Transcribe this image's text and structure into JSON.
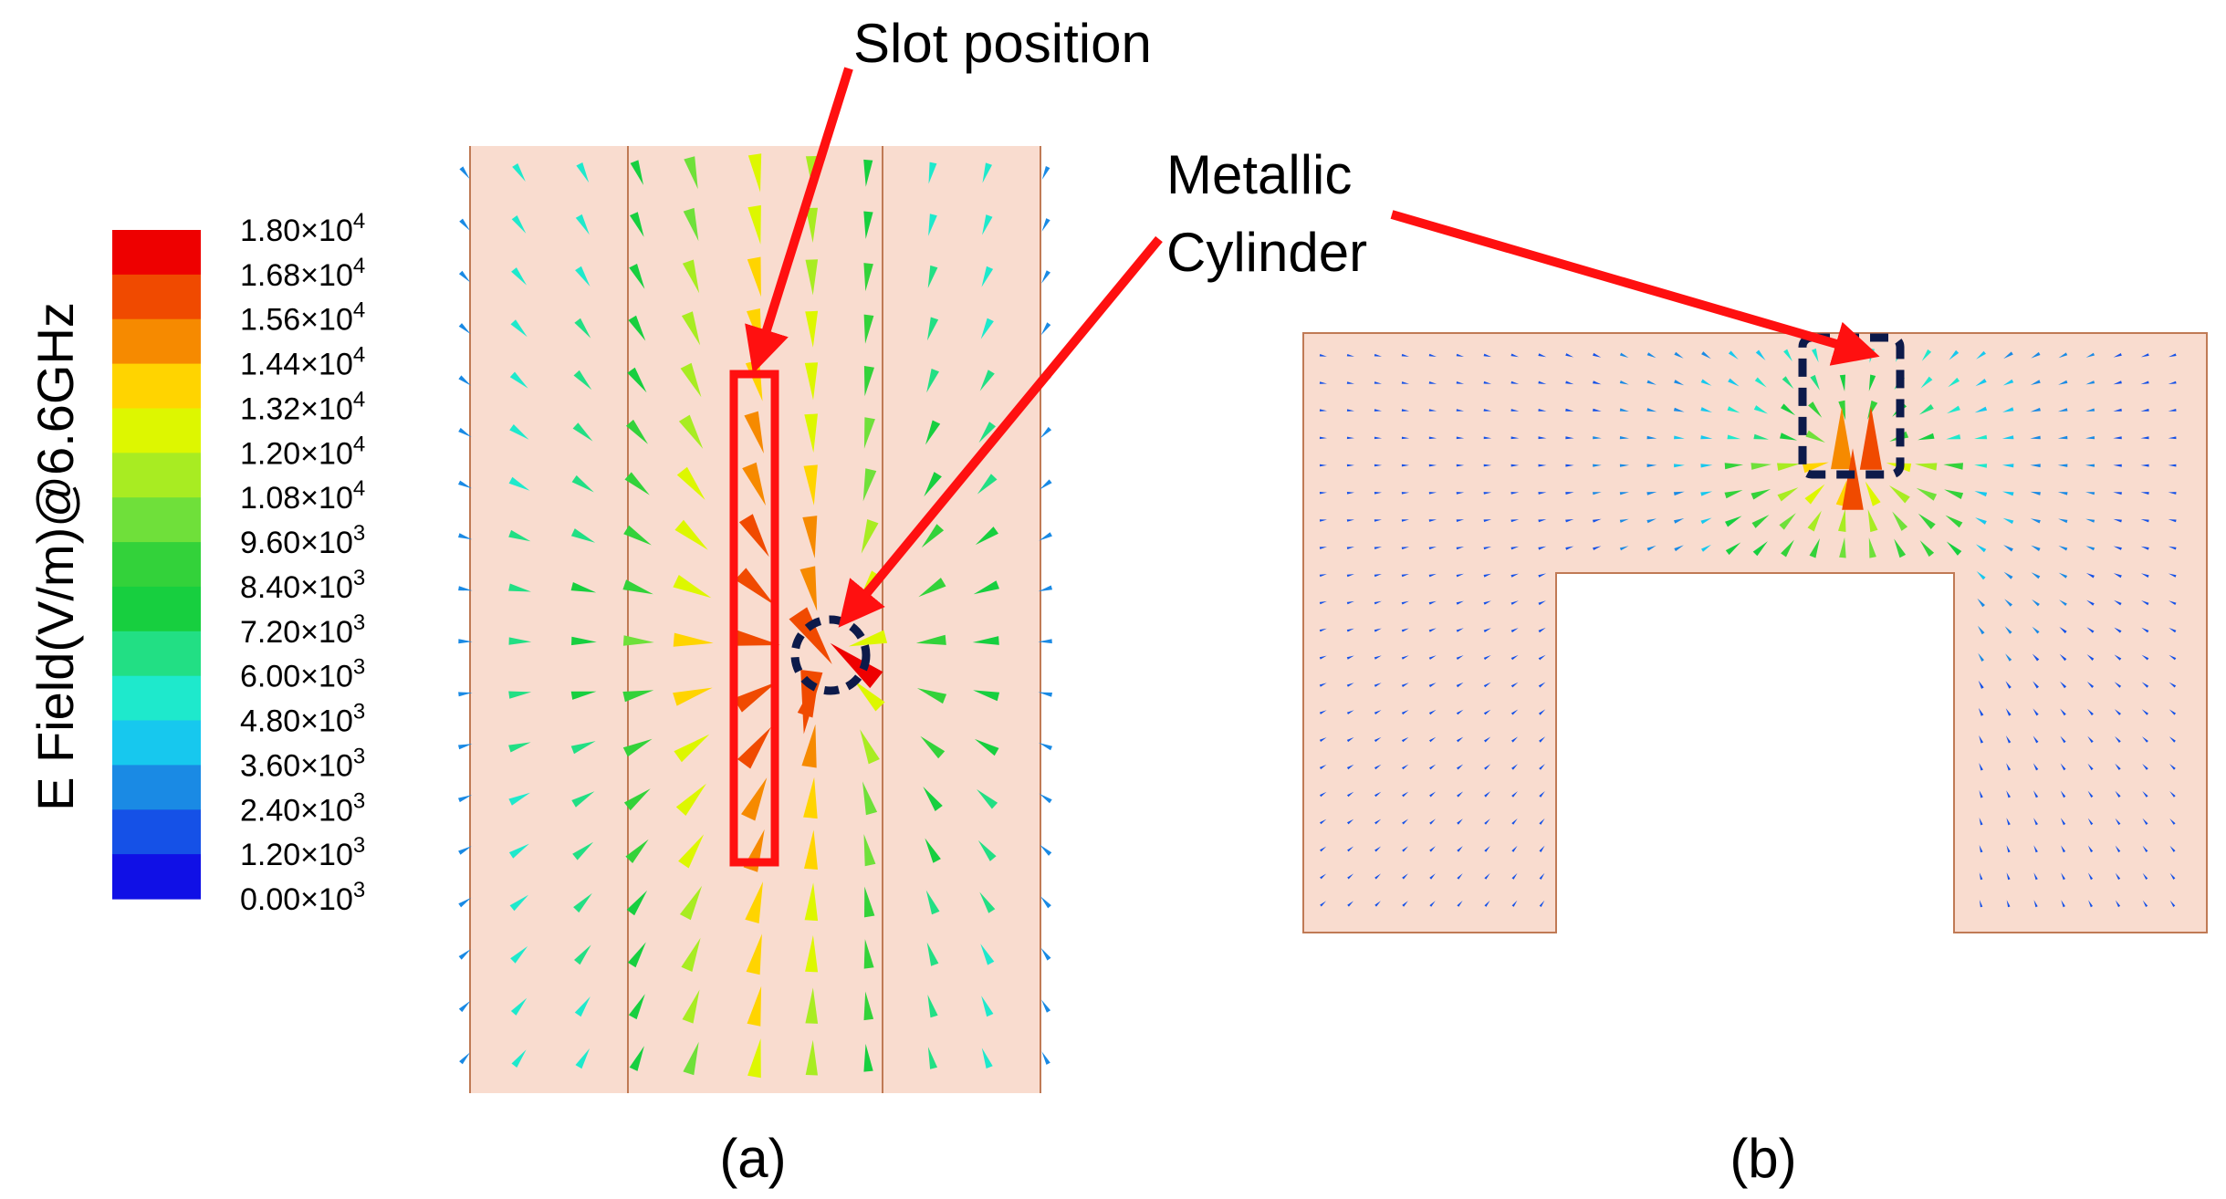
{
  "colorbar": {
    "title": "E Field(V/m)@6.6GHz",
    "colors": [
      "#ee0000",
      "#f04a00",
      "#f68a00",
      "#ffd400",
      "#ddf700",
      "#a8ec22",
      "#6fe03a",
      "#33d23a",
      "#17cf3f",
      "#22df84",
      "#1ee9cc",
      "#17c8ee",
      "#1a8ae4",
      "#1551e7",
      "#1010e6"
    ],
    "ticks": [
      {
        "mant": "1.80",
        "exp": "4"
      },
      {
        "mant": "1.68",
        "exp": "4"
      },
      {
        "mant": "1.56",
        "exp": "4"
      },
      {
        "mant": "1.44",
        "exp": "4"
      },
      {
        "mant": "1.32",
        "exp": "4"
      },
      {
        "mant": "1.20",
        "exp": "4"
      },
      {
        "mant": "1.08",
        "exp": "4"
      },
      {
        "mant": "9.60",
        "exp": "3"
      },
      {
        "mant": "8.40",
        "exp": "3"
      },
      {
        "mant": "7.20",
        "exp": "3"
      },
      {
        "mant": "6.00",
        "exp": "3"
      },
      {
        "mant": "4.80",
        "exp": "3"
      },
      {
        "mant": "3.60",
        "exp": "3"
      },
      {
        "mant": "2.40",
        "exp": "3"
      },
      {
        "mant": "1.20",
        "exp": "3"
      },
      {
        "mant": "0.00",
        "exp": "3"
      }
    ]
  },
  "annotations": {
    "slot": "Slot position",
    "metallic_line1": "Metallic",
    "metallic_line2": "Cylinder"
  },
  "captions": {
    "a": "(a)",
    "b": "(b)"
  },
  "colors": {
    "substrate": "#f9dccf",
    "substrate_edge": "#c07a55",
    "slot_box": "#ff1010",
    "arrow": "#ff1010",
    "cylinder_outline": "#0d1a4a"
  }
}
